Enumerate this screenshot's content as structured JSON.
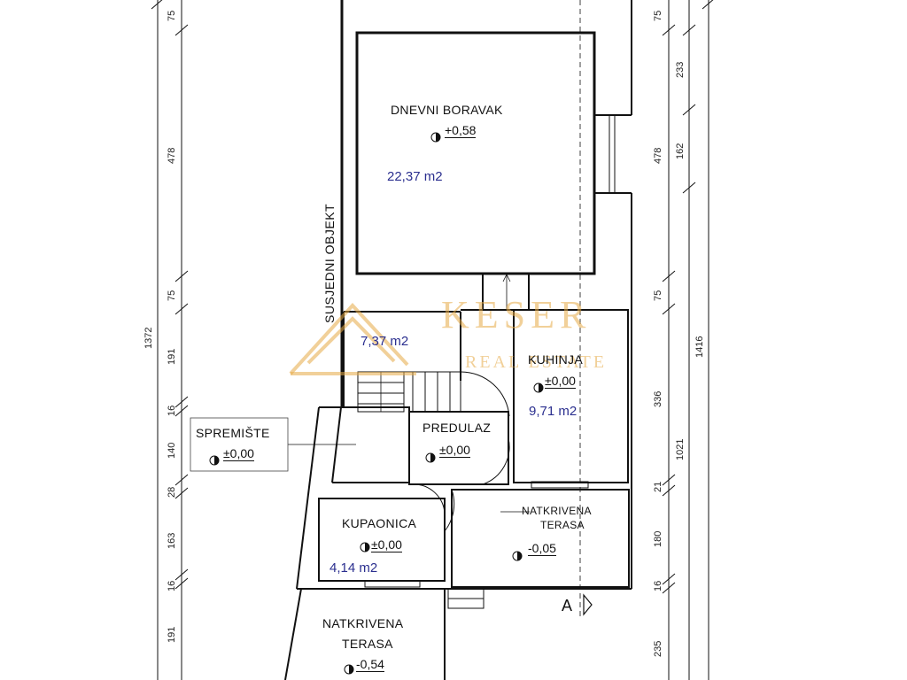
{
  "rooms": {
    "dnevni": {
      "name": "DNEVNI BORAVAK",
      "level": "+0,58",
      "area": "22,37 m2"
    },
    "kuhinja": {
      "name": "KUHINJA",
      "level": "±0,00",
      "area": "9,71 m2"
    },
    "stair": {
      "area": "7,37 m2"
    },
    "predulaz": {
      "name": "PREDULAZ",
      "level": "±0,00"
    },
    "spremiste": {
      "name": "SPREMIŠTE",
      "level": "±0,00"
    },
    "kupaonica": {
      "name": "KUPAONICA",
      "level": "±0,00",
      "area": "4,14 m2"
    },
    "terasa_right": {
      "name1": "NATKRIVENA",
      "name2": "TERASA",
      "level": "-0,05"
    },
    "terasa_bottom": {
      "name1": "NATKRIVENA",
      "name2": "TERASA",
      "level": "-0,54"
    }
  },
  "neighbour_label": "SUSJEDNI OBJEKT",
  "section_marker": "A",
  "dims_left_inner": [
    "75",
    "478",
    "75",
    "191",
    "16",
    "140",
    "28",
    "163",
    "16",
    "191"
  ],
  "dim_left_total": "1372",
  "dims_right_inner": [
    "75",
    "478",
    "75",
    "336",
    "21",
    "180",
    "16",
    "235"
  ],
  "dims_right_outer": [
    "233",
    "162",
    "1021"
  ],
  "dim_right_total": "1416",
  "watermark": {
    "main": "KESER",
    "sub": "REAL ESTATE",
    "color": "#e6aa46"
  }
}
